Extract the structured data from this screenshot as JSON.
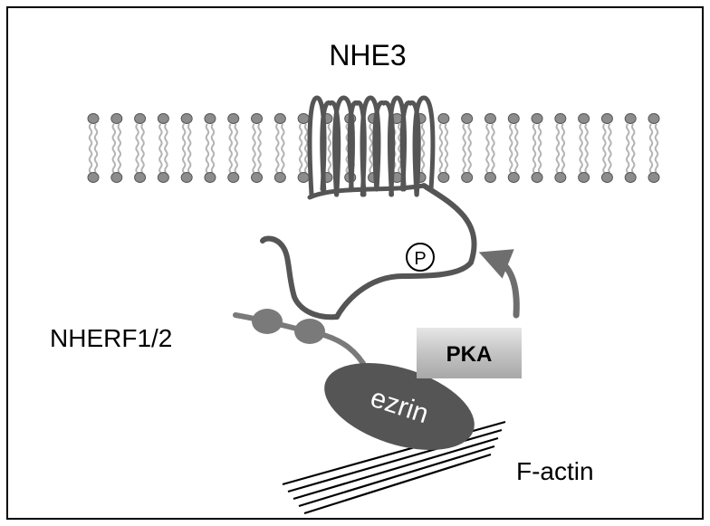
{
  "labels": {
    "nhe3": "NHE3",
    "phospho": "P",
    "nherf": "NHERF1/2",
    "pka": "PKA",
    "ezrin": "ezrin",
    "factin": "F-actin"
  },
  "colors": {
    "frame": "#000000",
    "lipid_head": "#8c8c8c",
    "lipid_tail": "#b4b4b4",
    "protein_chain": "#555555",
    "pdz_domain": "#7a7a7a",
    "ezrin_fill": "#555555",
    "ezrin_text": "#ffffff",
    "pka_box": "#c8c8c8",
    "arrow": "#6e6e6e",
    "actin": "#000000"
  },
  "counts": {
    "lipids_per_leaflet": 25,
    "transmembrane_loops": 9,
    "actin_filaments": 5
  }
}
